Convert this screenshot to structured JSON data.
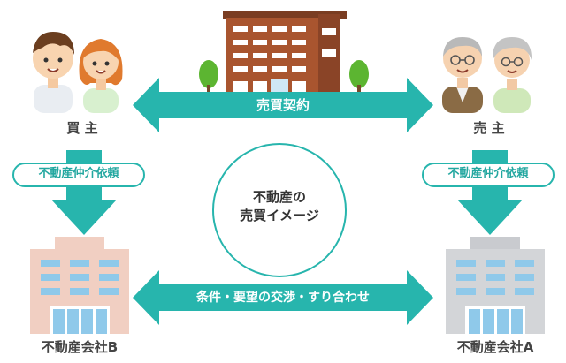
{
  "top_arrow_label": "売買契約",
  "bottom_arrow_label": "条件・要望の交渉・すり合わせ",
  "buyer_label": "買 主",
  "seller_label": "売 主",
  "buyer_request": "不動産仲介依頼",
  "seller_request": "不動産仲介依頼",
  "center_line1": "不動産の",
  "center_line2": "売買イメージ",
  "company_b_label": "不動産会社B",
  "company_a_label": "不動産会社A",
  "colors": {
    "teal": "#27b5ad",
    "building_brown": "#9b4f2c",
    "company_b": "#f1cfc2",
    "company_a": "#cfd1d4"
  },
  "icons": [
    "buyer-couple-icon",
    "seller-elderly-couple-icon",
    "apartment-building-icon",
    "office-building-b-icon",
    "office-building-a-icon",
    "tree-icon"
  ]
}
